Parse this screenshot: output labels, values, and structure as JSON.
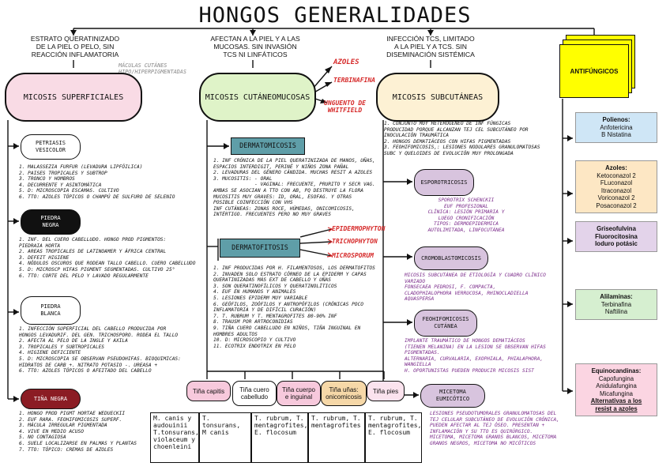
{
  "title": "HONGOS GENERALIDADES",
  "headers": {
    "left": "ESTRATO QUERATINIZADO\nDE LA PIEL O PELO, SIN\nREACCIÓN INFLAMATORIA",
    "mid": "AFECTAN A LA PIEL Y A LAS\nMUCOSAS. SIN INVASIÓN\nTCS NI LINFÁTICOS",
    "right": "INFECCIÓN TCS, LIMITADO\nA LA PIEL Y A TCS. SIN\nDISEMINACIÓN SISTÉMICA"
  },
  "maculas": "MÁCULAS CUTÁNES\nHIPO/HIPERPIGMENTADAS",
  "main": {
    "superficial": "MICOSIS SUPERFICIALES",
    "cutaneo": "MICOSIS CUTÁNEOMUCOSAS",
    "subcutanea": "MICOSIS SUBCUTÁNEAS"
  },
  "agents": {
    "azoles": "AZOLES",
    "terbinafina": "TERBINAFINA",
    "unguento": "UNGUENTO DE\nWHITFIELD"
  },
  "superficial": {
    "petriasis": {
      "label": "PETRIASIS\nVESICOLOR",
      "text": "1. MALASSEZIA FURFUR (LEVADURA LIPFÓILICA)\n2. PAISES TROPICALES Y SUBTROP\n3. TRONCO Y HOMBROS\n4. DECURRENTE Y ASINTOMÁTICA\n5. D: MICROSCOPIA ESCAMAS. CULTIVO\n6. TTO: AZOLES TÓPICOS O CHAMPÚ DE SULFURO DE SELENIO"
    },
    "piedra_negra": {
      "label": "PIEDRA\nNEGRA",
      "text": "1. INF. DEL CUERO CABELLUDO. HONGO PROD PIGMENTOS:\nPIEDRAIA HORTA\n2. AREAS TROPICALES DE LATINOAMER Y ÁFRICA CENTRAL\n3. DEFEIT HIGIENE\n4. NÓDULOS OSCUROS QUE RODEAN TALLO CABELLO. CUERO CABELLUDO\n5. D: MICROSCP HIFAS PIGMENT SEGMENTADAS. CULTIVO 25°\n6. TTO: CORTE DEL PELO Y LAVADO REGULARMENTE"
    },
    "piedra_blanca": {
      "label": "PIEDRA\nBLANCA",
      "text": "1. INFECCIÓN SUPERFICIAL DEL CABELLO PRODUCIDA POR\nHONGOS LEVADURIF. DEL GEN. TRICHOSPORO. RODEA EL TALLO\n2. AFECTA AL PELO DE LA INGLE Y AXILA\n3. TROPICALES Y SUBTROPICALES\n4. HIGIENE DEFICIENTE\n5. D: MICROSCOPIA SE OBSERVAN PSEUDOHIFAS. BIOQUIMICAS:\nHIDRATOS DE CARB +. NITRATO POTASIO -. UREASA +\n6. TTO: AZOLES TÓPICOS O AFEITADO DEL CABELLO"
    },
    "tina_negra": {
      "label": "TIÑA NEGRA",
      "text": "1. HONGO PROD PIGMT HORTAE WEDUECKII\n2. EUF RARA. FEOHIFOMICOSIS SUPERF.\n3. MÁCULA IRREGULAR PIGMENTADA\n4. VIVE EN MEDIO ACUSO\n5. NO CONTAGIOSA\n6. SUELE LOCALIZARSE EN PALMAS Y PLANTAS\n7. TTO: TÓPICO: CREMAS DE AZOLES"
    }
  },
  "cutaneo": {
    "dermatomicosis": {
      "label": "DERMATOMICOSIS",
      "text": "1. INF CRÓNICA DE LA PIEL QUERATINIZADA DE MANOS, UÑAS,\nESPACIOS INTERDIGIT, PERINÉ Y NIÑOS ZONA PAÑAL\n2. LEVADURAS DEL GÉNERO CÁNDIDA. MUCHAS RESIT A AZOLES\n3. MUCOSITIS: - ORAL\n              - VAGINAL: FRECUENTE, PRURITO Y SECR VAG.\nAMBAS SE ASOCIAN A TTO CON AB, PQ DESTRUYE LA FLORA\nMUCOSITIS MUY GRAVES: ID, ORAL, ESOFAG. Y OTRAS\nPOSIBLE COINFECCIÓN CON VHS\nINF CUTÁNEAS: ZONAS ROCE, HÚMEDAS, ONICOMICOSIS,\nINTÉRTIGO. FRECUENTES PERO NO MUY GRAVES"
    },
    "dermatofitosis": {
      "label": "DERMATOFITOSIS",
      "text": "1. INF PRODUCIDAS POR H. FILAMENTOSOS, LOS DERMATOFITOS\n2. INVADEN SOLO ESTRATO CÓRNEO DE LA EPIDERM Y CAPAS\nQUERATINIZADAS MÁS EXT DE CABELLO Y UÑAS\n3. SON QUERATINOFÍLICOS Y QUERATINOLÍTICOS\n4. EUF EN HUMANOS Y ANIMALES\n5. LESIONES EPIDERM MUY VARIABLE\n6. GEÓFILOS, ZOÓFILOS Y ANTROPÓFILOS (CRÓNICAS POCO\nINFLAMATORIA Y DE DIFÍCIL CURACIÓN)\n7. T. RUBRUM Y T. MENTAGROFITES 80-90% INF\n8. TRAUSM POR ARTROCONIDIAS\n9. TIÑA CUERO CABELLUDO EN NIÑOS, TIÑA INGUINAL EN\nHOMBRES ADULTOS\n10. D: MICROSCOPIO Y CULTIVO\n11. ECOTRIX ENDOTRIX EN PELO"
    },
    "genera": [
      "EPIDERMOPHYTON",
      "TRICHOPHYTON",
      "MICROSPORUM"
    ]
  },
  "subcutanea": {
    "intro": "1. CONJUNTO MUY HETEROGÉNEO DE INF FÚNGICAS\nPRODUCIDAD PORQUE ALCANZAN TEJ CEL SUBCUTÁNEO POR\nINOCULACIÓN TRAUMÁTICA\n2. HONGOS DEMATIÁCEOS CON HIFAS PIGMENTADAS\n3. FEOHIFOMICOSIS,: LESIONES NODULARES GRANULOMATOSAS\nSUBC Y QUELOIDES DE EVOLUCIÓN MUY PROLONGADA",
    "esporotricosis": {
      "label": "ESPOROTRICOSIS",
      "text": "SPOROTRIX SCHENCKII\nEUF PROFESIONAL\nCLÍNICA: LESIÓN PRIMARIA Y\nLUEGO CRONIFICACIÓN\nTIPOS: DERMOEPIDERMICA\nAUTOLIMITADA, LINFOCUTÁNEA"
    },
    "cromoblastomicosis": {
      "label": "CROMOBLASTOMICOSIS",
      "text": "MICOSIS SUBCUTÁNEA DE ETIOLOGÍA Y CUADRO CLÍNICO\nVARIADO\nFONSECAEA PEDROSI, F. COMPACTA,\nCLADOPHIALOPHORA VERRUCOSA, RHINOCLADIELLA\nAQUASPERSA"
    },
    "feohifomicosis": {
      "label": "FEOHIFOMICOSIS\nCUTÁNEA",
      "text": "IMPLANTE TRAUMÁTICO DE HONGOS DEMATIÁCEOS\n(TIENEN MELANINA) EN LA LESION SE OBSERVAN HIFAS\nPIGMENTADAS.\nALTERNARIA, CURVALARIA, EXOPHIALA, PHIALAPHORA,\nWANGIELLA\nH. OPORTUNISTAS PUEDEN PRODUCIR MICOSIS SIST"
    },
    "micetoma": {
      "label": "MICETOMA\nEUMICÓTICO",
      "text": "LESIONES PSEUDOTUMORALES GRANULOMATOSAS DEL\nTEJ CELULAR SUBCUTÁNEO DE EVOLUCIÓN CRÓNICA,\nPUEDEN AFECTAR AL TEJ ÓSEO. PRESENTAN +\nINFLAMACIÓN Y SU TTO ES QUIRÚRGICO.\nMICETOMA, MICETOMA GRANOS BLANCOS, MICETOMA\nGRANOS NEGROS, MICETOMA NO MICÓTICOS"
    }
  },
  "tinas": [
    {
      "label": "Tiña capitis",
      "color": "#f7c9dc",
      "agents": "M. canis y\naudouinii\nT.tonsurans,\nviolaceum y\nchoenleini"
    },
    {
      "label": "Tiña cuero\ncabelludo",
      "color": "#ffffff",
      "agents": "T. tonsurans,\nM canis"
    },
    {
      "label": "Tiña cuerpo\ne inguinal",
      "color": "#f7c9dc",
      "agents": "T. rubrum, T.\nmentagrofites,\nE. flocosum"
    },
    {
      "label": "Tiña uñas:\nonicomicosis",
      "color": "#f6d8a8",
      "agents": "T. rubrum, T.\nmentagrofites"
    },
    {
      "label": "Tiña pies",
      "color": "#fbe3ee",
      "agents": "T. rubrum, T.\nmentagrofites,\nE. flocosum"
    }
  ],
  "antifungicos": {
    "title": "ANTIFÚNGICOS",
    "groups": [
      {
        "name": "Polienos:",
        "items": "Anfotericina\nB Nistatina",
        "color": "#cfe6f6"
      },
      {
        "name": "Azoles:",
        "items": "Ketoconazol 2\nFLuconazol\nItraconazol\nVoriconazol 2\nPosaconazol 2",
        "color": "#fde7c4"
      },
      {
        "name": "Griseofulvina\nFluorocitosina\nIoduro potásic",
        "items": "",
        "color": "#e3d3ea"
      },
      {
        "name": "Alilaminas:",
        "items": "Terbinafina\nNaftilina",
        "color": "#d6efd0"
      },
      {
        "name": "Equinocandinas:",
        "items": "Capofungina\nAnidulafungina\nMicafungina",
        "extra": "Alternativas a los\nresist a azoles",
        "color": "#fbd5e2"
      }
    ]
  },
  "colors": {
    "yellow": "#ffff00",
    "teal": "#5f9ea8",
    "red": "#d62b2b",
    "purple": "#7a2a8a",
    "mainGreen": "#dff3c8",
    "mainPink": "#f9dbe5",
    "mainCream": "#fdf1d4"
  }
}
